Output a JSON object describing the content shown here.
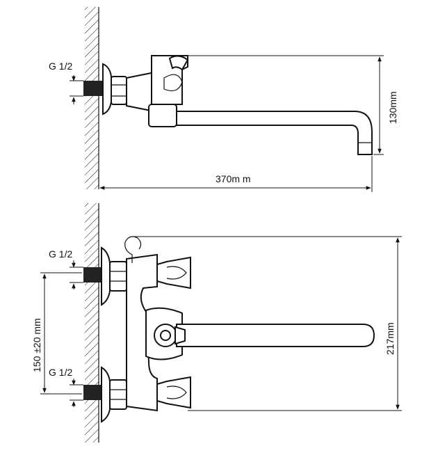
{
  "labels": {
    "thread_top": "G 1/2",
    "thread_bottom_1": "G 1/2",
    "thread_bottom_2": "G 1/2",
    "dim_height_top": "130mm",
    "dim_length": "370m m",
    "dim_height_bottom": "217mm",
    "dim_spacing": "150 ±20 mm"
  },
  "colors": {
    "line": "#111111",
    "background": "#ffffff"
  }
}
